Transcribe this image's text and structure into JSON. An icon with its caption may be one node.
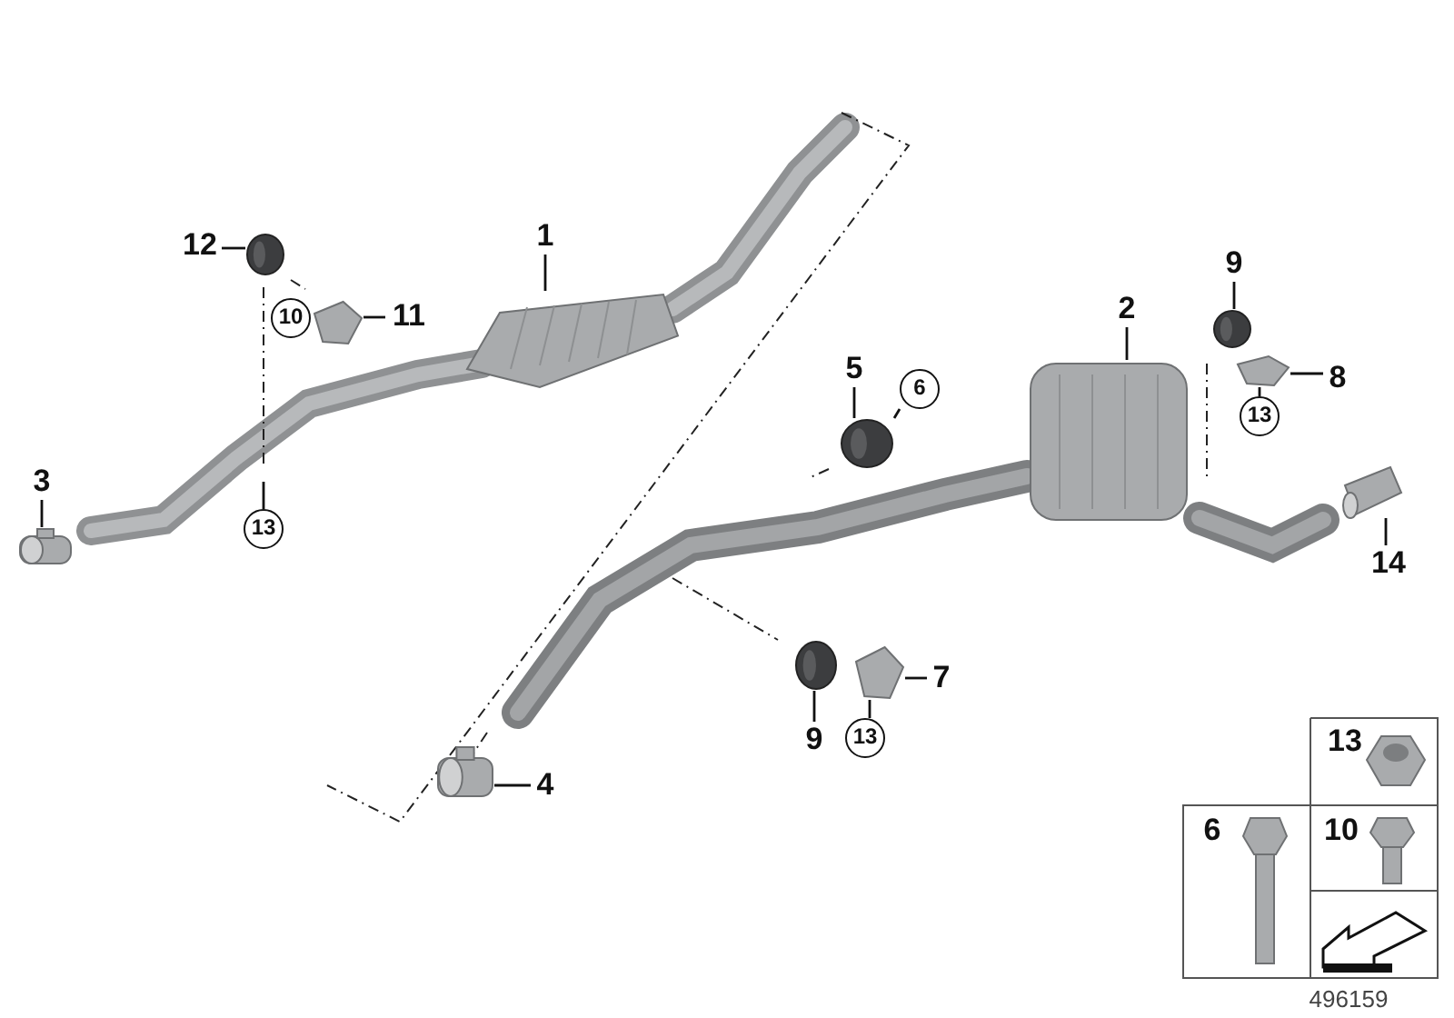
{
  "diagram": {
    "nodes": [
      {
        "text": [
          "12"
        ]
      },
      {
        "text": [],
        "shape": "picture"
      },
      {
        "text": [
          "1"
        ]
      },
      {
        "text": [],
        "shape": "picture"
      },
      {
        "text": [
          "11"
        ]
      },
      {
        "text": [],
        "shape": "picture"
      },
      {
        "text": [
          "9"
        ]
      },
      {
        "text": [],
        "shape": "picture"
      },
      {
        "text": [
          "2"
        ]
      },
      {
        "text": [],
        "shape": "picture"
      },
      {
        "text": [
          "8"
        ]
      },
      {
        "text": [],
        "shape": "picture"
      },
      {
        "text": [
          "5"
        ]
      },
      {
        "text": [],
        "shape": "picture"
      },
      {
        "text": [
          "6"
        ]
      },
      {
        "text": [
          "3"
        ]
      },
      {
        "text": [],
        "shape": "picture"
      },
      {
        "text": [
          "13"
        ]
      },
      {
        "text": [
          "13"
        ]
      },
      {
        "text": [
          "14"
        ]
      },
      {
        "text": [],
        "shape": "picture"
      },
      {
        "text": [
          "9"
        ]
      },
      {
        "text": [],
        "shape": "picture"
      },
      {
        "text": [
          "7"
        ]
      },
      {
        "text": [],
        "shape": "picture"
      },
      {
        "text": [
          "13"
        ]
      },
      {
        "text": [
          "4"
        ]
      },
      {
        "text": [],
        "shape": "picture"
      },
      {
        "text": [
          "10"
        ]
      }
    ],
    "edges": [
      {
        "from": 0,
        "to": 1,
        "arrow": "none"
      },
      {
        "from": 2,
        "to": 3,
        "arrow": "none"
      },
      {
        "from": 4,
        "to": 5,
        "arrow": "none"
      },
      {
        "from": 6,
        "to": 7,
        "arrow": "none"
      },
      {
        "from": 8,
        "to": 9,
        "arrow": "none"
      },
      {
        "from": 10,
        "to": 11,
        "arrow": "none"
      },
      {
        "from": 12,
        "to": 13,
        "arrow": "none"
      },
      {
        "from": 14,
        "to": 13,
        "arrow": "none"
      },
      {
        "from": 15,
        "to": 16,
        "arrow": "none"
      },
      {
        "from": 17,
        "to": null,
        "arrow": "none"
      },
      {
        "from": 18,
        "to": 11,
        "arrow": "none"
      },
      {
        "from": 19,
        "to": 20,
        "arrow": "none"
      },
      {
        "from": 21,
        "to": 22,
        "arrow": "none"
      },
      {
        "from": 23,
        "to": 24,
        "arrow": "none"
      },
      {
        "from": 25,
        "to": 24,
        "arrow": "none"
      },
      {
        "from": 26,
        "to": 27,
        "arrow": "none"
      }
    ],
    "labels": [
      "13",
      "6",
      "10",
      "496159"
    ]
  }
}
